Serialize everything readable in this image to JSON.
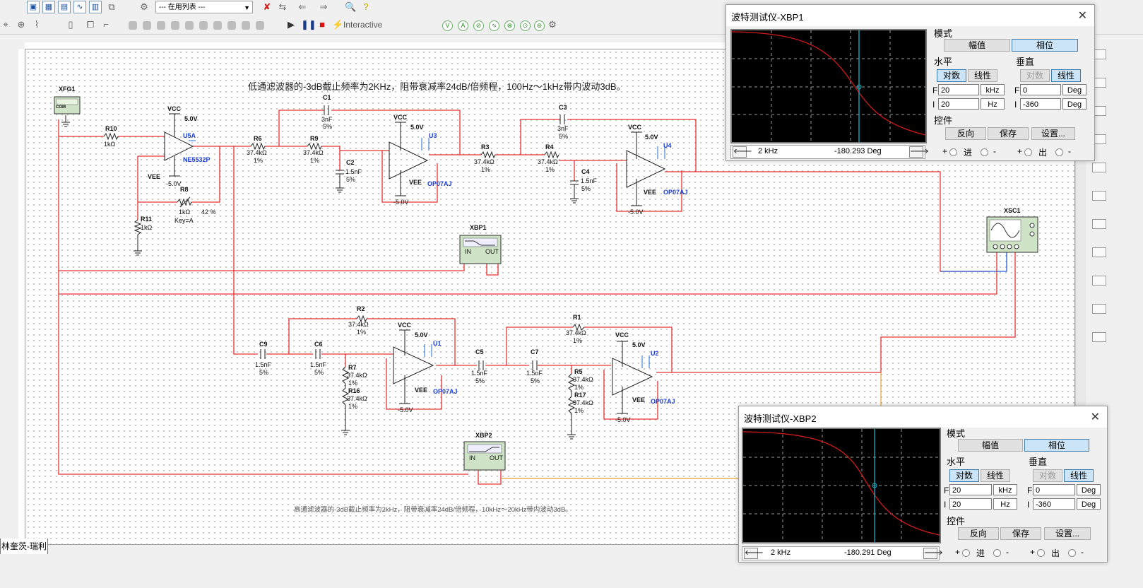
{
  "toolbar": {
    "in_use_list": "--- 在用列表 ---",
    "interactive_label": "Interactive"
  },
  "schematic": {
    "lowpass_note": "低通滤波器的-3dB截止频率为2KHz，阻带衰减率24dB/倍频程，100Hz～1kHz带内波动3dB。",
    "highpass_note": "高通滤波器的-3dB截止频率为2kHz，阻带衰减率24dB/倍频程，10kHz～20kHz带内波动3dB。",
    "components": {
      "xfg1": "XFG1",
      "xbp1": "XBP1",
      "xbp2": "XBP2",
      "xsc1": "XSC1",
      "in": "IN",
      "out": "OUT",
      "com": "COM",
      "r10": "R10",
      "r10v": "1kΩ",
      "r11": "R11",
      "r11v": "1kΩ",
      "r8": "R8",
      "r8v": "1kΩ",
      "r8pct": "42 %",
      "r8key": "Key=A",
      "u5a": "U5A",
      "u5a_model": "NE5532P",
      "vcc": "VCC",
      "vee": "VEE",
      "p5v": "5.0V",
      "m5v": "-5.0V",
      "r6": "R6",
      "r9": "R9",
      "r3": "R3",
      "r4": "R4",
      "r2": "R2",
      "r1": "R1",
      "r7": "R7",
      "r16": "R16",
      "r5": "R5",
      "r17": "R17",
      "rval": "37.4kΩ",
      "tol": "1%",
      "c1": "C1",
      "c1v": "3nF",
      "c3": "C3",
      "c3v": "3nF",
      "ctol": "5%",
      "c2": "C2",
      "c4": "C4",
      "c9": "C9",
      "c6": "C6",
      "c5": "C5",
      "c7": "C7",
      "cval": "1.5nF",
      "u3": "U3",
      "u4": "U4",
      "u1": "U1",
      "u2": "U2",
      "opamp": "OP07AJ"
    }
  },
  "sheet_tab": "林奎茨-瑞利",
  "bode1": {
    "title": "波特测试仪-XBP1",
    "mode_label": "模式",
    "magnitude": "幅值",
    "phase": "相位",
    "horizontal": "水平",
    "vertical": "垂直",
    "log": "对数",
    "linear": "线性",
    "h_f_val": "20",
    "h_f_unit": "kHz",
    "h_i_val": "20",
    "h_i_unit": "Hz",
    "v_f_val": "0",
    "v_f_unit": "Deg",
    "v_i_val": "-360",
    "v_i_unit": "Deg",
    "f_label": "F",
    "i_label": "I",
    "controls": "控件",
    "reverse": "反向",
    "save": "保存",
    "settings": "设置...",
    "in_label": "进",
    "out_label": "出",
    "plus": "+",
    "minus": "-",
    "cursor_freq": "2 kHz",
    "cursor_val": "-180.293 Deg"
  },
  "bode2": {
    "title": "波特测试仪-XBP2",
    "mode_label": "模式",
    "magnitude": "幅值",
    "phase": "相位",
    "horizontal": "水平",
    "vertical": "垂直",
    "log": "对数",
    "linear": "线性",
    "h_f_val": "20",
    "h_f_unit": "kHz",
    "h_i_val": "20",
    "h_i_unit": "Hz",
    "v_f_val": "0",
    "v_f_unit": "Deg",
    "v_i_val": "-360",
    "v_i_unit": "Deg",
    "f_label": "F",
    "i_label": "I",
    "controls": "控件",
    "reverse": "反向",
    "save": "保存",
    "settings": "设置...",
    "in_label": "进",
    "out_label": "出",
    "plus": "+",
    "minus": "-",
    "cursor_freq": "2 kHz",
    "cursor_val": "-180.291 Deg"
  },
  "colors": {
    "wire": "#e8302f",
    "part": "#1f1f1f",
    "label_blue": "#1f3fd0",
    "bode_curve": "#d21a1a",
    "cursor": "#18b4c8"
  }
}
